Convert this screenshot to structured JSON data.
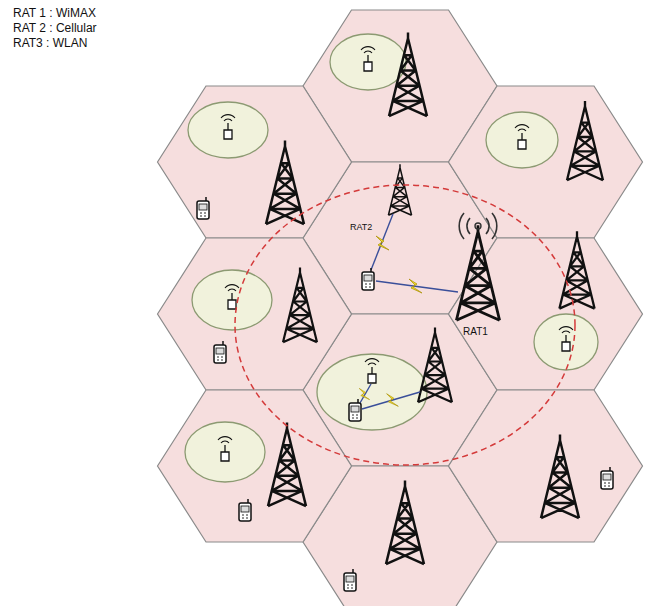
{
  "diagram": {
    "labels": [
      "RAT 1 : WiMAX",
      "RAT 2 : Cellular",
      "RAT3 : WLAN",
      "RAT2",
      "RAT1"
    ]
  }
}
